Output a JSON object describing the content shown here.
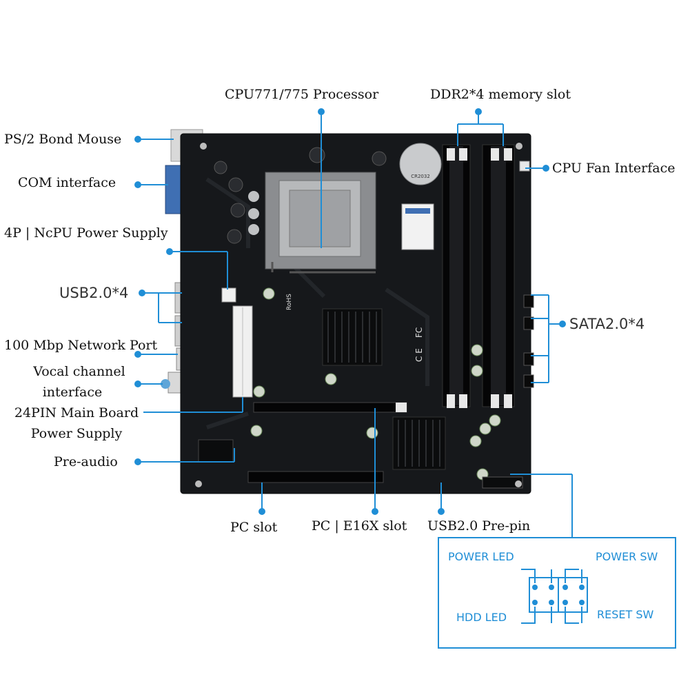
{
  "labels": {
    "cpu_processor": "CPU771/775 Processor",
    "ddr2_slots": "DDR2*4 memory slot",
    "ps2_mouse": "PS/2 Bond Mouse",
    "com_interface": "COM interface",
    "cpu_fan": "CPU Fan Interface",
    "cpu_power": "4P | NcPU Power Supply",
    "usb_rear": "USB2.0*4",
    "sata": "SATA2.0*4",
    "network_port": "100 Mbp Network Port",
    "vocal_line1": "Vocal channel",
    "vocal_line2": "interface",
    "main_power_line1": "24PIN Main Board",
    "main_power_line2": "Power Supply",
    "pre_audio": "Pre-audio",
    "pc_slot": "PC slot",
    "pcie_slot": "PC | E16X slot",
    "usb_pin": "USB2.0 Pre-pin"
  },
  "front_panel": {
    "power_led": "POWER LED",
    "power_sw": "POWER SW",
    "hdd_led": "HDD  LED",
    "reset_sw": "RESET SW"
  },
  "board_print": {
    "rohs": "RoHS",
    "ce": "C E",
    "fc": "FC",
    "battery": "CR2032"
  },
  "colors": {
    "leader": "#1f8ed6",
    "board": "#16181b",
    "connector": "#e8e8e8"
  }
}
